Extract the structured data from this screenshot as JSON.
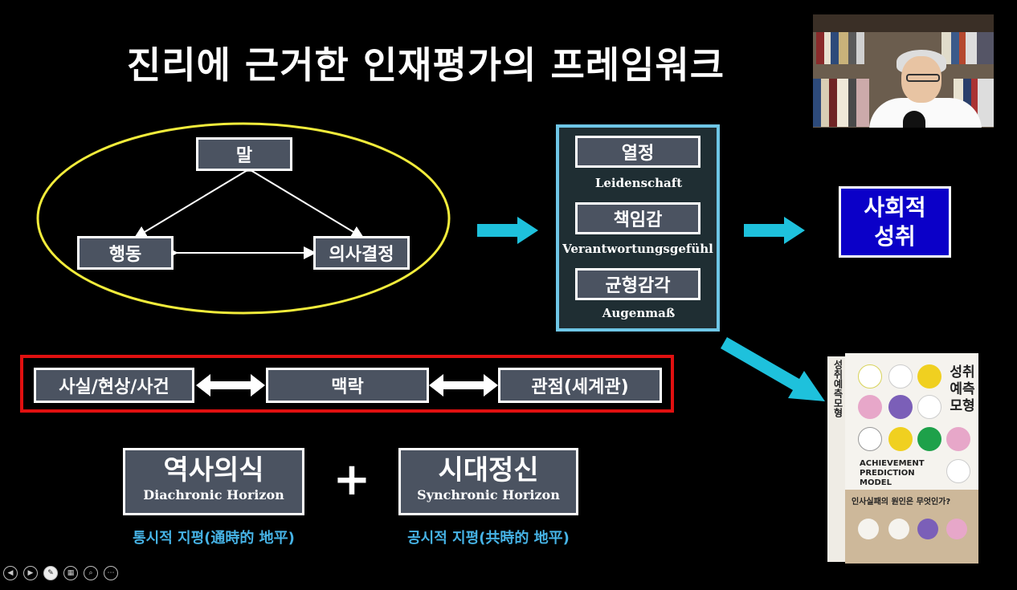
{
  "slide": {
    "title": "진리에 근거한 인재평가의 프레임워크",
    "triangle": {
      "top": "말",
      "left": "행동",
      "right": "의사결정"
    },
    "qualities": [
      {
        "label": "열정",
        "german": "Leidenschaft"
      },
      {
        "label": "책임감",
        "german": "Verantwortungsgefühl"
      },
      {
        "label": "균형감각",
        "german": "Augenmaß"
      }
    ],
    "result": {
      "line1": "사회적",
      "line2": "성취"
    },
    "context_row": {
      "left": "사실/현상/사건",
      "middle": "맥락",
      "right": "관점(세계관)"
    },
    "horizons": {
      "left": {
        "title": "역사의식",
        "english": "Diachronic Horizon",
        "caption": "통시적 지평(通時的 地平)"
      },
      "plus": "+",
      "right": {
        "title": "시대정신",
        "english": "Synchronic Horizon",
        "caption": "공시적 지평(共時的 地平)"
      }
    },
    "book": {
      "title_lines": [
        "성취",
        "예측",
        "모형"
      ],
      "spine": "성취예측모형",
      "english_lines": [
        "ACHIEVEMENT",
        "PREDICTION",
        "MODEL"
      ],
      "subtitle": "인사실패의 원인은 무엇인가?"
    }
  },
  "colors": {
    "ellipse": "#f2ec3b",
    "cyan": "#1ec1dc",
    "red": "#e01010",
    "result_bg": "#0b00c8",
    "caption": "#46b3e6",
    "box_gray": "#4b5361"
  },
  "icons": [
    "prev-icon",
    "next-icon",
    "pen-icon",
    "slides-icon",
    "zoom-icon",
    "more-icon"
  ]
}
